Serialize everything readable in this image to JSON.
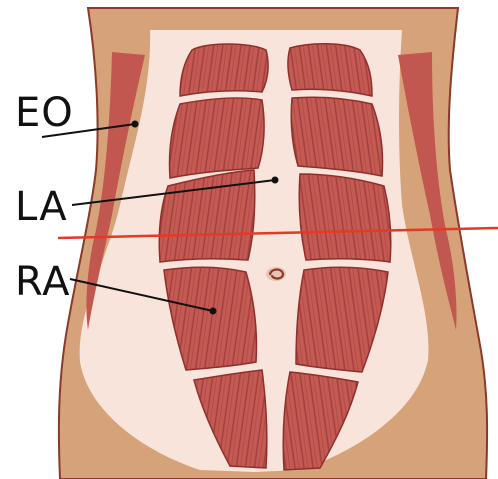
{
  "labels": {
    "eo": "EO",
    "la": "LA",
    "ra": "RA"
  },
  "colors": {
    "skin": "#d5a27a",
    "skin_outline": "#8a3a28",
    "inner_skin": "#f8e4da",
    "muscle_fill": "#c35a53",
    "muscle_stripe": "#8f2f2d",
    "external_oblique": "#c2574f",
    "navel": "#8a3a28",
    "reference_line": "#e23a25",
    "pointer_line": "#111111"
  },
  "icons": {
    "navel": "navel-icon"
  }
}
